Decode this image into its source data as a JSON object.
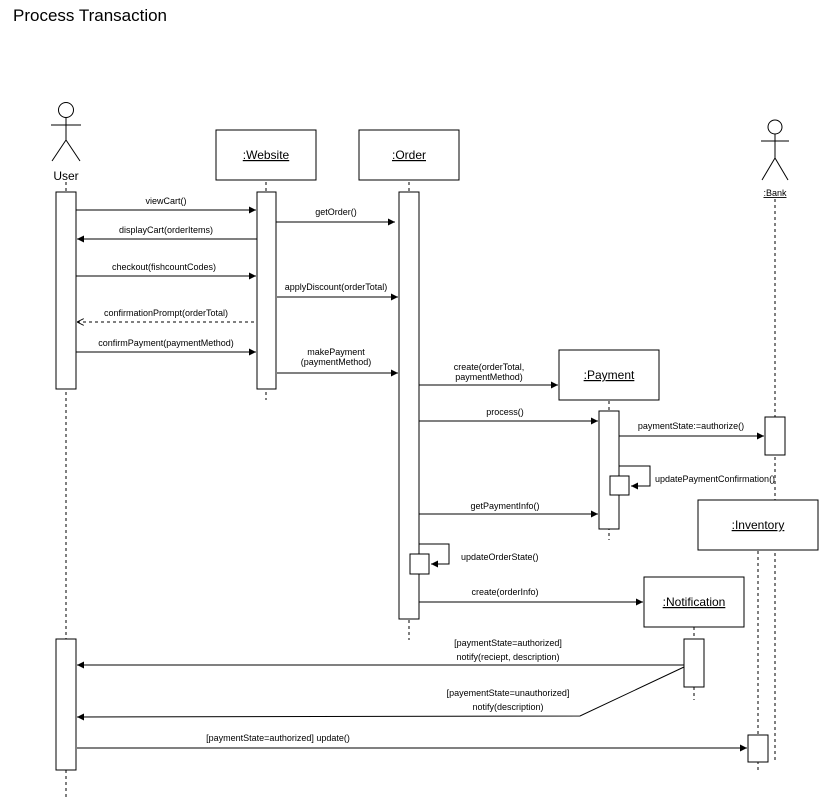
{
  "title": "Process Transaction",
  "participants": {
    "user": "User",
    "website": ":Website",
    "order": ":Order",
    "payment": ":Payment",
    "bank": ":Bank",
    "inventory": ":Inventory",
    "notification": ":Notification"
  },
  "messages": {
    "view_cart": "viewCart()",
    "display_cart": "displayCart(orderItems)",
    "checkout": "checkout(fishcountCodes)",
    "confirmation_prompt": "confirmationPrompt(orderTotal)",
    "confirm_payment": "confirmPayment(paymentMethod)",
    "get_order": "getOrder()",
    "apply_discount": "applyDiscount(orderTotal)",
    "make_payment_1": "makePayment",
    "make_payment_2": "(paymentMethod)",
    "create_payment_1": "create(orderTotal,",
    "create_payment_2": "paymentMethod)",
    "process": "process()",
    "payment_state": "paymentState:=authorize()",
    "update_payment_confirmation": "updatePaymentConfirmation()",
    "get_payment_info": "getPaymentInfo()",
    "update_order_state": "updateOrderState()",
    "create_notification": "create(orderInfo)",
    "notify_authorized_guard": "[paymentState=authorized]",
    "notify_authorized": "notify(reciept, description)",
    "notify_unauthorized_guard": "[payementState=unauthorized]",
    "notify_unauthorized": "notify(description)",
    "inventory_update": "[paymentState=authorized] update()"
  }
}
